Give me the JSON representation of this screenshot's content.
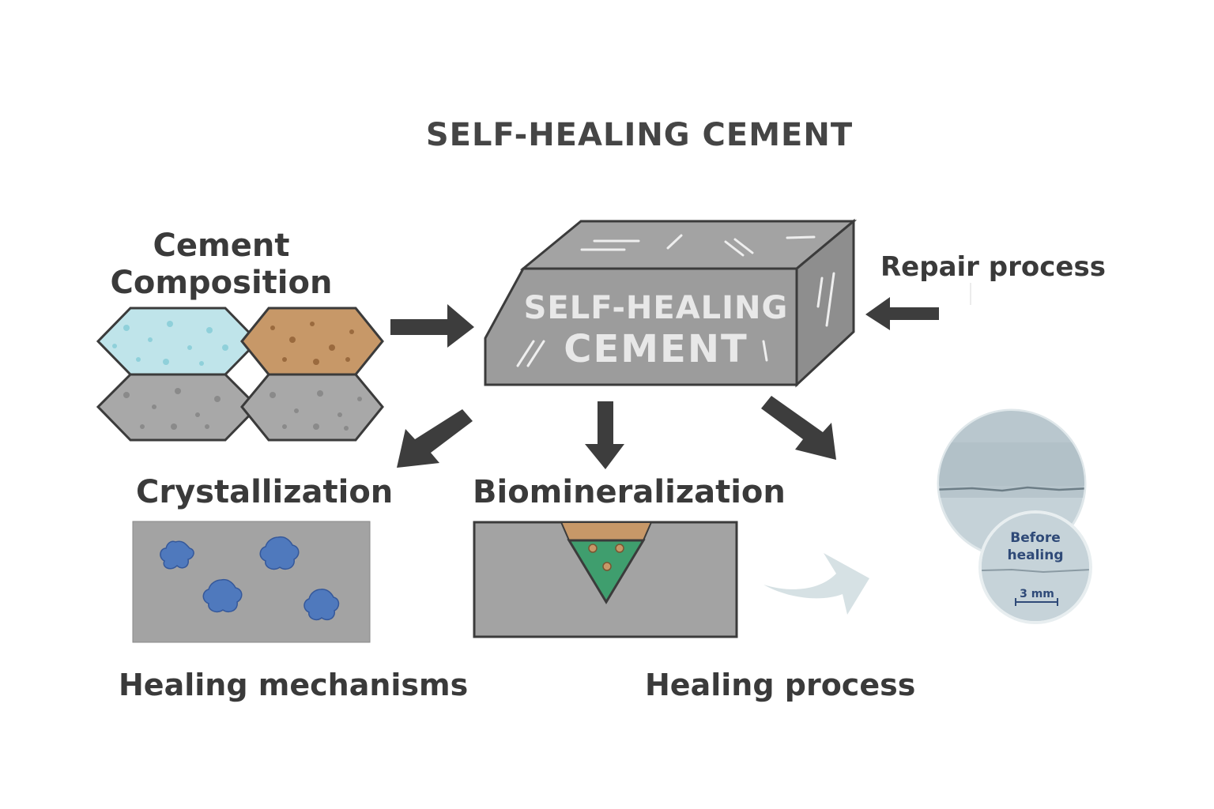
{
  "title": "SELF-HEALING CEMENT",
  "composition_label": "Cement Composition",
  "block_text": {
    "line1": "SELF-HEALING",
    "line2": "CEMENT"
  },
  "repair_label": "Repair process",
  "crystallization_label": "Crystallization",
  "biomineralization_label": "Biomineralization",
  "healing_mechanisms_label": "Healing mechanisms",
  "healing_process_label": "Healing process",
  "micrograph": {
    "caption": "Before healing",
    "scale": "3 mm"
  },
  "colors": {
    "text": "#3a3a3a",
    "concrete": "#9c9c9c",
    "hex_blue": "#bfe4ea",
    "hex_tan": "#c79868",
    "crystal_blue": "#4f79bd",
    "bio_green": "#3f9e6e",
    "arrow": "#3d3d3d"
  }
}
